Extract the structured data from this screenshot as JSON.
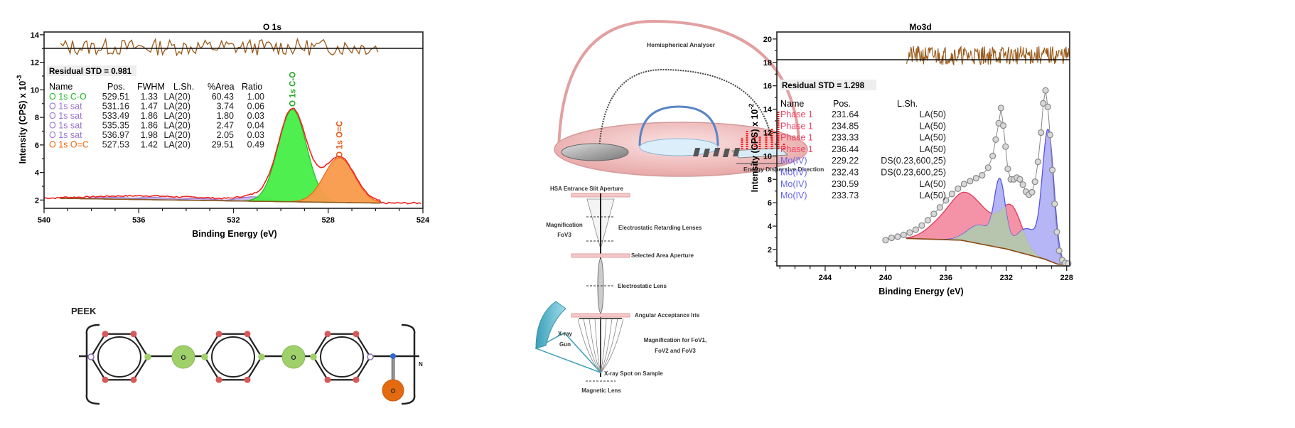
{
  "figure": {
    "panels": [
      "O 1s XPS fit",
      "PEEK structure",
      "XPS instrument schematic",
      "Mo3d XPS fit"
    ]
  },
  "chart_data": [
    {
      "type": "line",
      "title": "O 1s",
      "xlabel": "Binding Energy (eV)",
      "ylabel": "Intensity (CPS) x 10",
      "ylabel_exp": "-3",
      "xlim": [
        540,
        524
      ],
      "ylim": [
        1.4,
        14.2
      ],
      "xticks": [
        540,
        536,
        532,
        528,
        524
      ],
      "yticks": [
        2,
        4,
        6,
        8,
        10,
        12,
        14
      ],
      "residual_std_label": "Residual STD = 0.981",
      "table_headers": [
        "Name",
        "Pos.",
        "FWHM",
        "L.Sh.",
        "%Area",
        "Ratio"
      ],
      "components": [
        {
          "name": "O 1s C-O",
          "pos": "529.51",
          "fwhm": "1.33",
          "lsh": "LA(20)",
          "area": "60.43",
          "ratio": "1.00",
          "color": "#22bb22",
          "fill": "#44ee44",
          "center": 529.51,
          "height": 6.7,
          "sigma": 0.6
        },
        {
          "name": "O 1s sat",
          "pos": "531.16",
          "fwhm": "1.47",
          "lsh": "LA(20)",
          "area": "3.74",
          "ratio": "0.06",
          "color": "#9977cc",
          "fill": "#c7b3ec",
          "center": 531.16,
          "height": 0.32,
          "sigma": 0.62
        },
        {
          "name": "O 1s sat",
          "pos": "533.49",
          "fwhm": "1.86",
          "lsh": "LA(20)",
          "area": "1.80",
          "ratio": "0.03",
          "color": "#9977cc",
          "fill": "#c7b3ec",
          "center": 533.49,
          "height": 0.13,
          "sigma": 0.8
        },
        {
          "name": "O 1s sat",
          "pos": "535.35",
          "fwhm": "1.86",
          "lsh": "LA(20)",
          "area": "2.47",
          "ratio": "0.04",
          "color": "#9977cc",
          "fill": "#c7b3ec",
          "center": 535.35,
          "height": 0.17,
          "sigma": 0.8
        },
        {
          "name": "O 1s sat",
          "pos": "536.97",
          "fwhm": "1.98",
          "lsh": "LA(20)",
          "area": "2.05",
          "ratio": "0.03",
          "color": "#9977cc",
          "fill": "#c7b3ec",
          "center": 536.97,
          "height": 0.13,
          "sigma": 0.85
        },
        {
          "name": "O 1s O=C",
          "pos": "527.53",
          "fwhm": "1.42",
          "lsh": "LA(20)",
          "area": "29.51",
          "ratio": "0.49",
          "color": "#ee6611",
          "fill": "#f99a4a",
          "center": 527.53,
          "height": 3.25,
          "sigma": 0.64
        }
      ],
      "peak_labels": [
        {
          "text": "O 1s C-O",
          "color": "#22aa22",
          "x": 529.51
        },
        {
          "text": "O 1s O=C",
          "color": "#ee5511",
          "x": 527.53
        }
      ],
      "background": {
        "x": [
          539.3,
          525.8
        ],
        "y": [
          2.12,
          1.78
        ]
      },
      "envelope_color": "#ee2222",
      "residual": {
        "baseline": 13.1,
        "xrange": [
          539.3,
          525.8
        ],
        "color": "#9a5a1a"
      }
    },
    {
      "type": "line",
      "title": "Mo3d",
      "xlabel": "Binding Energy (eV)",
      "ylabel": "Intensity (CPS) x 10",
      "ylabel_exp": "-2",
      "xlim": [
        247.2,
        227.8
      ],
      "ylim": [
        0.6,
        20.6
      ],
      "xticks": [
        244,
        240,
        236,
        232,
        228
      ],
      "yticks": [
        2,
        4,
        6,
        8,
        10,
        12,
        14,
        16,
        18,
        20
      ],
      "residual_std_label": "Residual STD = 1.298",
      "table_headers": [
        "Name",
        "Pos.",
        "L.Sh."
      ],
      "components": [
        {
          "name": "Phase 1",
          "pos": "231.64",
          "lsh": "LA(50)",
          "color": "#ee4466",
          "group": "phase1",
          "center": 231.64,
          "height": 3.5,
          "sigma": 0.7
        },
        {
          "name": "Phase 1",
          "pos": "234.85",
          "lsh": "LA(50)",
          "color": "#ee4466",
          "group": "phase1",
          "center": 234.85,
          "height": 3.4,
          "sigma": 0.9
        },
        {
          "name": "Phase 1",
          "pos": "233.33",
          "lsh": "LA(50)",
          "color": "#ee4466",
          "group": "phase1",
          "center": 233.33,
          "height": 2.0,
          "sigma": 0.9
        },
        {
          "name": "Phase 1",
          "pos": "236.44",
          "lsh": "LA(50)",
          "color": "#ee4466",
          "group": "phase1",
          "center": 236.44,
          "height": 1.2,
          "sigma": 0.9
        },
        {
          "name": "Mo(IV)",
          "pos": "229.22",
          "lsh": "DS(0.23,600,25)",
          "color": "#6666ee",
          "group": "moiv",
          "center": 229.22,
          "height": 10.8,
          "sigma": 0.38
        },
        {
          "name": "Mo(IV)",
          "pos": "232.43",
          "lsh": "DS(0.23,600,25)",
          "color": "#6666ee",
          "group": "moiv",
          "center": 232.43,
          "height": 5.4,
          "sigma": 0.36
        },
        {
          "name": "Mo(IV)",
          "pos": "230.59",
          "lsh": "LA(50)",
          "color": "#6666ee",
          "group": "moiv",
          "center": 230.59,
          "height": 2.2,
          "sigma": 0.75
        },
        {
          "name": "Mo(IV)",
          "pos": "233.73",
          "lsh": "LA(50)",
          "color": "#6666ee",
          "group": "moiv",
          "center": 233.73,
          "height": 1.6,
          "sigma": 0.8
        }
      ],
      "fills": {
        "phase1": "#f38aa0",
        "moiv": "#b0b0f5",
        "third": "#b7c7a8"
      },
      "background": {
        "x": [
          238.6,
          235.0,
          232.0,
          229.5,
          228.6,
          227.8
        ],
        "y": [
          2.95,
          2.8,
          2.05,
          1.2,
          0.75,
          0.72
        ]
      },
      "data_points": {
        "x": [
          240,
          239.6,
          239.2,
          238.8,
          238.4,
          238.0,
          237.6,
          237.2,
          236.8,
          236.4,
          236.0,
          235.6,
          235.2,
          234.8,
          234.4,
          234.0,
          233.6,
          233.2,
          232.9,
          232.7,
          232.5,
          232.35,
          232.2,
          232.05,
          231.9,
          231.7,
          231.5,
          231.3,
          231.1,
          230.9,
          230.7,
          230.5,
          230.3,
          230.1,
          229.9,
          229.7,
          229.55,
          229.4,
          229.25,
          229.1,
          228.95,
          228.8,
          228.65,
          228.5,
          228.3,
          228.1,
          227.9
        ],
        "y": [
          2.8,
          3.0,
          3.1,
          3.25,
          3.45,
          3.7,
          4.05,
          4.5,
          5.05,
          5.6,
          6.2,
          6.75,
          7.2,
          7.6,
          7.85,
          8.1,
          8.35,
          9.0,
          10.0,
          11.4,
          12.8,
          14.1,
          12.6,
          10.8,
          8.9,
          8.0,
          8.0,
          8.15,
          8.0,
          7.55,
          6.95,
          6.7,
          6.9,
          7.8,
          9.5,
          12.0,
          14.5,
          15.6,
          14.2,
          11.8,
          8.8,
          5.9,
          3.5,
          1.9,
          1.1,
          0.85,
          0.8
        ]
      },
      "residual": {
        "baseline": 18.6,
        "xrange": [
          238.6,
          227.8
        ],
        "color": "#9a5a1a"
      }
    }
  ],
  "peek": {
    "title": "PEEK",
    "ether_o_label": "O",
    "carbonyl_o_label": "O",
    "repeat_label": "N"
  },
  "schematic": {
    "hemispherical_analyser": "Hemispherical Analyser",
    "energy_dispersive": "Energy Dispersive Direction",
    "hsa_slit": "HSA Entrance Slit Aperture",
    "magnification_fov3_line1": "Magnification",
    "magnification_fov3_line2": "FoV3",
    "retarding_lenses": "Electrostatic Retarding Lenses",
    "selected_area": "Selected Area Aperture",
    "electrostatic_lens": "Electrostatic Lens",
    "angular_iris": "Angular Acceptance Iris",
    "magnification_all_line1": "Magnification for FoV1,",
    "magnification_all_line2": "FoV2 and FoV3",
    "xray_gun_line1": "X-ray",
    "xray_gun_line2": "Gun",
    "xray_spot": "X-ray Spot on Sample",
    "magnetic_lens": "Magnetic Lens"
  }
}
